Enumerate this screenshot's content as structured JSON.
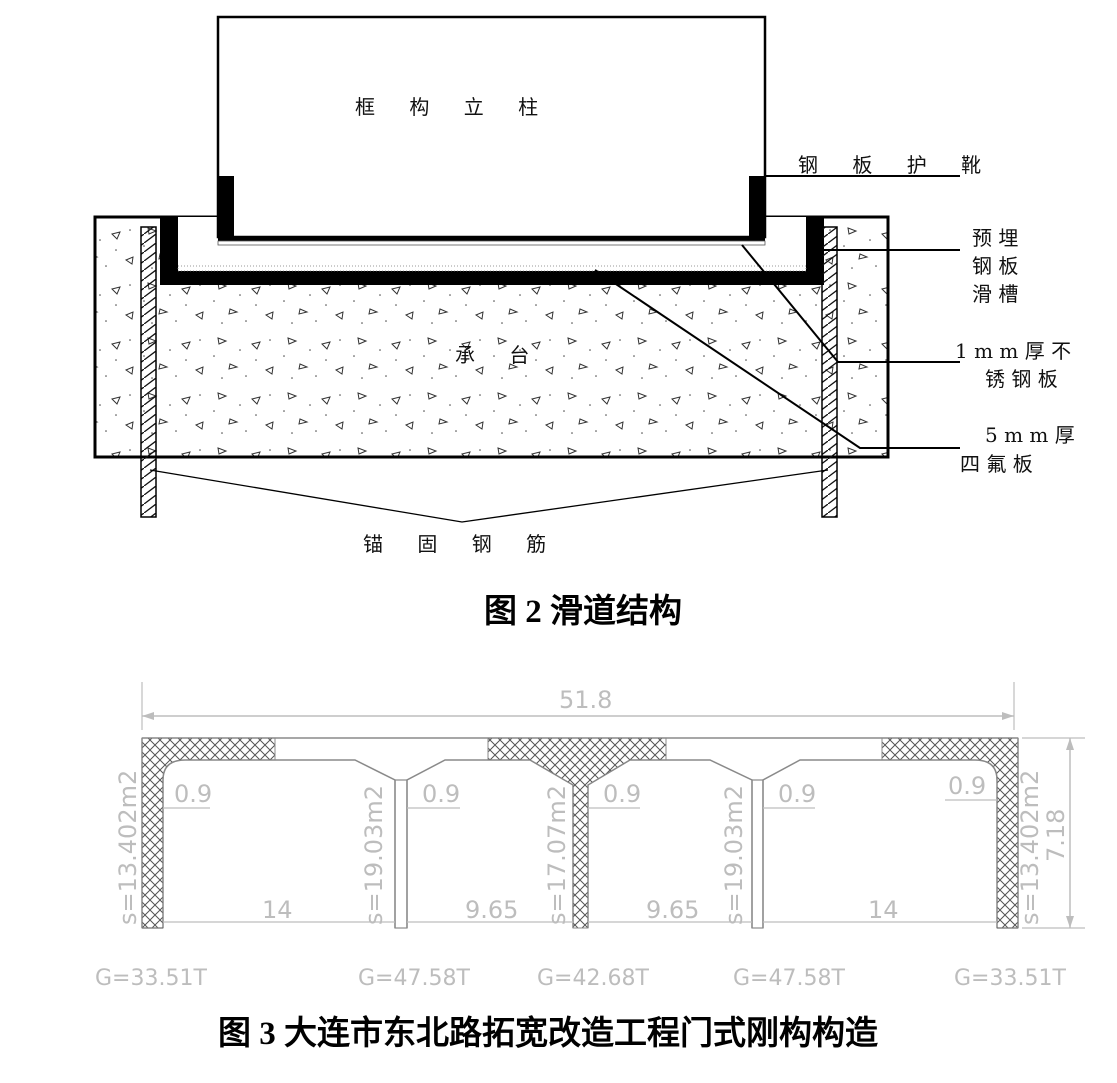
{
  "figure2": {
    "labels": {
      "column": "框 构 立 柱",
      "boot": "钢 板 护 靴",
      "embed_1": "预  埋",
      "embed_2": "钢  板",
      "embed_3": "滑  槽",
      "steel_1": "1 m m 厚  不",
      "steel_2": "锈  钢  板",
      "ptfe_1": "5 m m 厚",
      "ptfe_2": "四  氟  板",
      "cap": "承  台",
      "anchor": "锚  固  钢  筋"
    },
    "caption": "图 2  滑道结构"
  },
  "figure3": {
    "overall_width": "51.8",
    "height": "7.18",
    "wall": "0.9",
    "spans": [
      "14",
      "9.65",
      "9.65",
      "14"
    ],
    "areas": [
      "s=13.402m2",
      "s=19.03m2",
      "s=17.07m2",
      "s=19.03m2",
      "s=13.402m2"
    ],
    "weights": [
      "G=33.51T",
      "G=47.58T",
      "G=42.68T",
      "G=47.58T",
      "G=33.51T"
    ],
    "caption": "图 3  大连市东北路拓宽改造工程门式刚构构造"
  },
  "colors": {
    "ink": "#000000",
    "dim": "#bdbdbd",
    "hatch": "#555555"
  }
}
